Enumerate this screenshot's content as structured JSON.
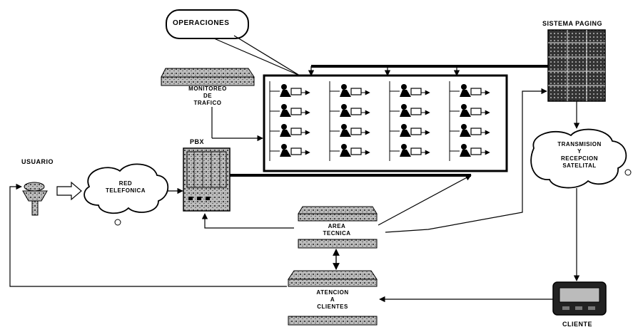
{
  "title": "",
  "nodes": {
    "operaciones": "OPERACIONES",
    "sistema_paging": "SISTEMA PAGING",
    "monitoreo": [
      "MONITOREO",
      "DE",
      "TRAFICO"
    ],
    "pbx": "PBX",
    "usuario": "USUARIO",
    "red_telefonica": [
      "RED",
      "TELEFONICA"
    ],
    "transmision": [
      "TRANSMISION",
      "Y",
      "RECEPCION",
      "SATELITAL"
    ],
    "area_tecnica": [
      "AREA",
      "TECNICA"
    ],
    "atencion_clientes": [
      "ATENCION",
      "A",
      "CLIENTES"
    ],
    "cliente": "CLIENTE"
  },
  "operator_grid": {
    "columns": 4,
    "rows": 4
  },
  "colors": {
    "line": "#000000",
    "panel": "#888888",
    "background": "#ffffff"
  },
  "icons": [
    "phone-icon",
    "operator-icon",
    "pager-icon",
    "pbx-cabinet-icon",
    "paging-tower-icon"
  ]
}
